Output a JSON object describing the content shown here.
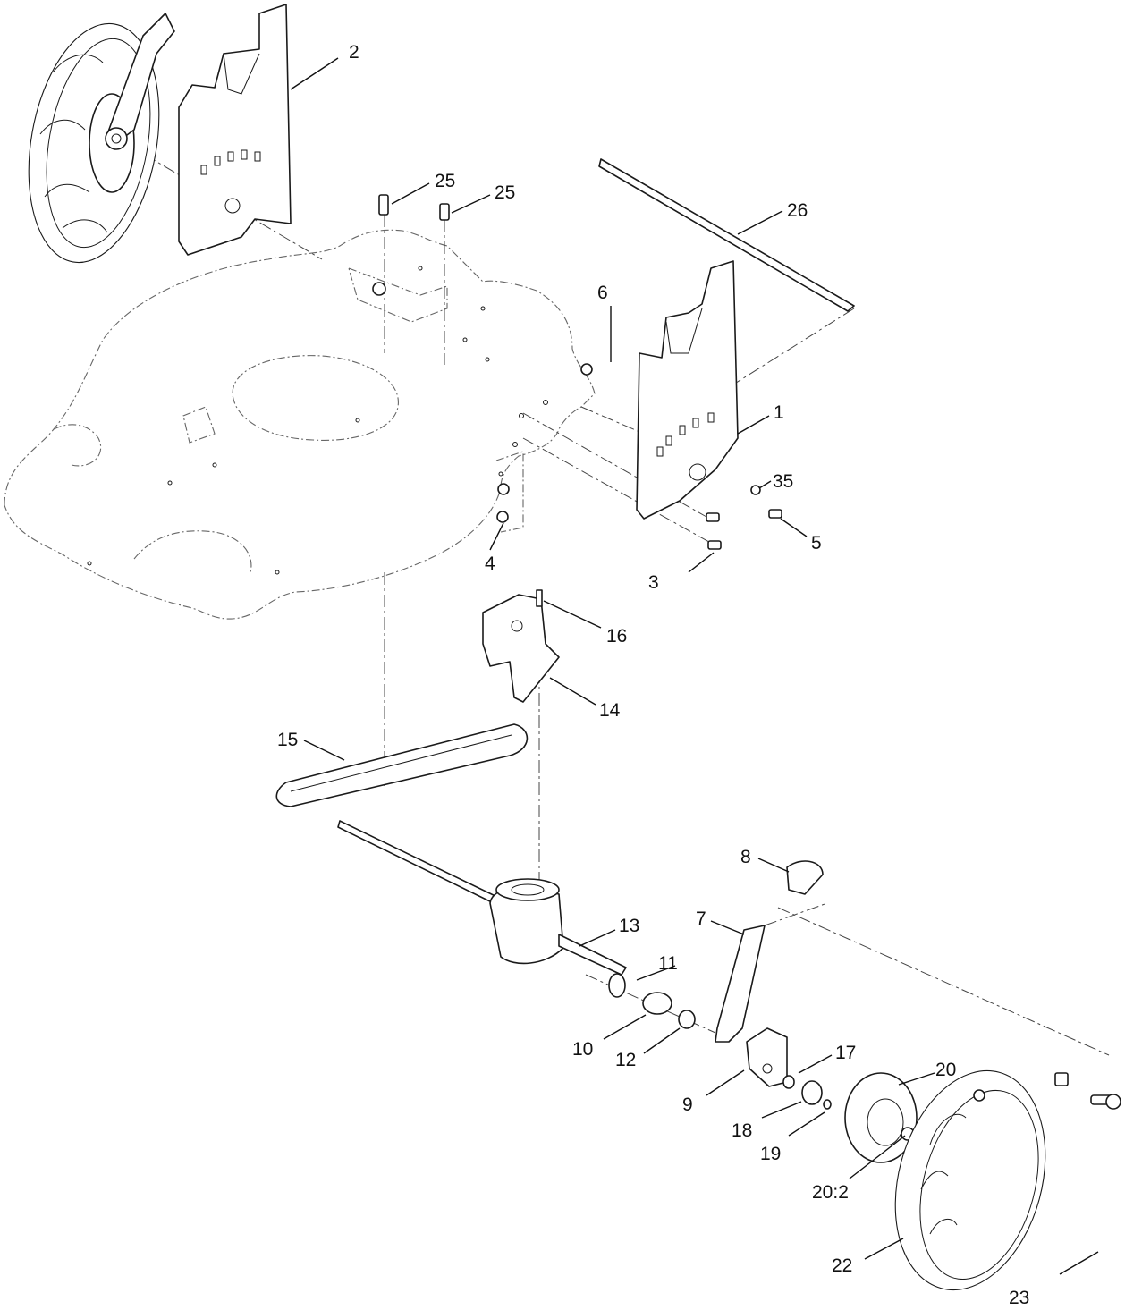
{
  "callouts": [
    {
      "id": "1",
      "text": "1"
    },
    {
      "id": "2",
      "text": "2"
    },
    {
      "id": "3",
      "text": "3"
    },
    {
      "id": "4",
      "text": "4"
    },
    {
      "id": "5",
      "text": "5"
    },
    {
      "id": "6",
      "text": "6"
    },
    {
      "id": "7",
      "text": "7"
    },
    {
      "id": "8",
      "text": "8"
    },
    {
      "id": "9",
      "text": "9"
    },
    {
      "id": "10",
      "text": "10"
    },
    {
      "id": "11",
      "text": "11"
    },
    {
      "id": "12",
      "text": "12"
    },
    {
      "id": "13",
      "text": "13"
    },
    {
      "id": "14",
      "text": "14"
    },
    {
      "id": "15",
      "text": "15"
    },
    {
      "id": "16",
      "text": "16"
    },
    {
      "id": "17",
      "text": "17"
    },
    {
      "id": "18",
      "text": "18"
    },
    {
      "id": "19",
      "text": "19"
    },
    {
      "id": "20",
      "text": "20"
    },
    {
      "id": "20b",
      "text": "20:2"
    },
    {
      "id": "22",
      "text": "22"
    },
    {
      "id": "23",
      "text": "23"
    },
    {
      "id": "25a",
      "text": "25"
    },
    {
      "id": "25b",
      "text": "25"
    },
    {
      "id": "26",
      "text": "26"
    },
    {
      "id": "35",
      "text": "35"
    }
  ],
  "colors": {
    "line": "#1a1a1a",
    "ghost": "#666666",
    "background": "#ffffff"
  }
}
